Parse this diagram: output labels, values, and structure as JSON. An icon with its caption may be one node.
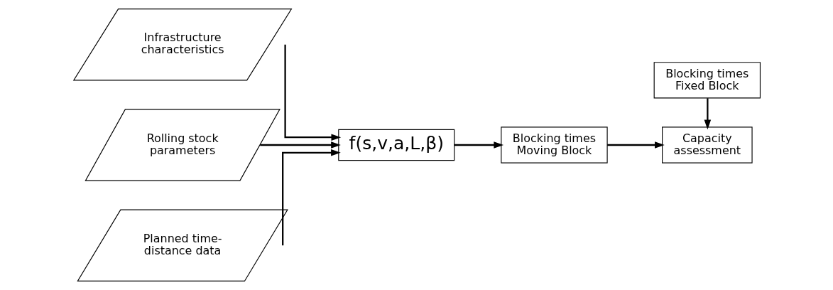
{
  "diagram": {
    "nodes": [
      {
        "text": [
          "Infrastructure characteristics"
        ]
      },
      {
        "text": [
          "Rolling stock parameters"
        ]
      },
      {
        "text": [
          "Planned time-distance data"
        ]
      },
      {
        "text": [
          "f(s,v,a,L,β)"
        ]
      },
      {
        "text": [
          "Blocking times Moving Block"
        ]
      },
      {
        "text": [
          "Blocking times Fixed Block"
        ]
      },
      {
        "text": [
          "Capacity assessment"
        ]
      }
    ],
    "edges": [
      {
        "from": 0,
        "to": 3,
        "arrow": "to"
      },
      {
        "from": 1,
        "to": 3,
        "arrow": "to"
      },
      {
        "from": 2,
        "to": 3,
        "arrow": "to"
      },
      {
        "from": 3,
        "to": 4,
        "arrow": "to"
      },
      {
        "from": 4,
        "to": 6,
        "arrow": "to"
      },
      {
        "from": 5,
        "to": 6,
        "arrow": "to"
      }
    ]
  }
}
